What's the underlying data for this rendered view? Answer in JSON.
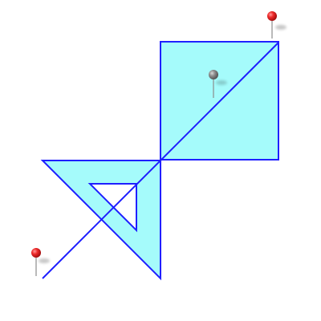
{
  "diagram": {
    "fill_color": "#a5fbfb",
    "stroke_color": "#1f1fff",
    "pin_active_color": "#e8191b",
    "pin_inactive_color": "#8e8e8e",
    "pin_needle_color": "#8c8c8c",
    "shapes": [
      {
        "name": "square-shape",
        "kind": "square"
      },
      {
        "name": "triangle-with-hole-shape",
        "kind": "triangle with triangular cutout"
      },
      {
        "name": "diagonal-line",
        "kind": "line segment"
      }
    ],
    "pins": [
      {
        "name": "pin-top-right",
        "state": "active"
      },
      {
        "name": "pin-square-center",
        "state": "inactive"
      },
      {
        "name": "pin-bottom-left",
        "state": "active"
      }
    ]
  }
}
